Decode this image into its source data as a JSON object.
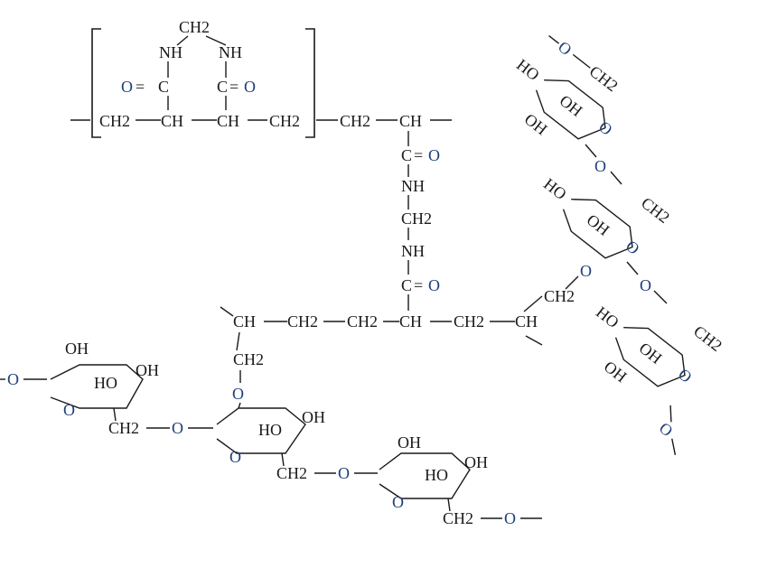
{
  "colors": {
    "bond": "#1a1a1a",
    "text": "#1a1a1a",
    "oxygen": "#1f3f7a",
    "background": "#ffffff"
  },
  "labels": {
    "ch2": "CH2",
    "ch": "CH",
    "nh": "NH",
    "co": "C=O",
    "c": "C",
    "o": "O",
    "oh": "OH",
    "ho": "HO",
    "eqo": "=O",
    "oeq": "O="
  }
}
